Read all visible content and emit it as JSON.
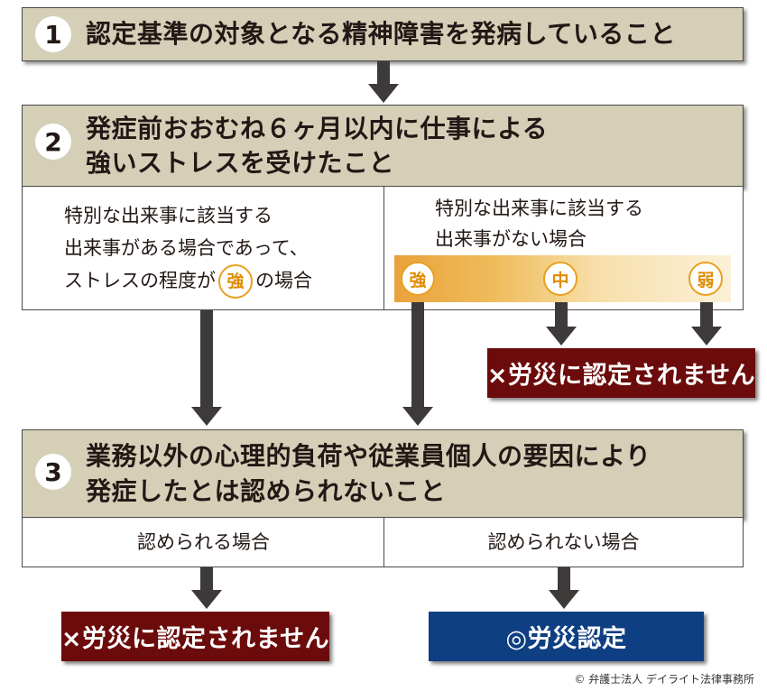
{
  "step1": {
    "number": "1",
    "title": "認定基準の対象となる精神障害を発病していること"
  },
  "step2": {
    "number": "2",
    "title_line1": "発症前おおむね６ヶ月以内に仕事による",
    "title_line2": "強いストレスを受けたこと",
    "left": {
      "line1": "特別な出来事に該当する",
      "line2": "出来事がある場合であって、",
      "line3_prefix": "ストレスの程度が",
      "line3_badge": "強",
      "line3_suffix": "の場合"
    },
    "right": {
      "line1": "特別な出来事に該当する",
      "line2": "出来事がない場合",
      "scale": [
        "強",
        "中",
        "弱"
      ]
    }
  },
  "result_upper": {
    "label": "×労災に認定されません"
  },
  "step3": {
    "number": "3",
    "title_line1": "業務以外の心理的負荷や従業員個人の要因により",
    "title_line2": "発症したとは認められないこと",
    "left_label": "認められる場合",
    "right_label": "認められない場合"
  },
  "result_left": {
    "label": "×労災に認定されません"
  },
  "result_right": {
    "label": "◎労災認定"
  },
  "copyright": "© 弁護士法人 デイライト法律事務所",
  "colors": {
    "step_box": "#d5cfb7",
    "negative": "#6c0b0b",
    "positive": "#0f3f83",
    "orange": "#e9a23b",
    "arrow": "#3e3a39"
  }
}
